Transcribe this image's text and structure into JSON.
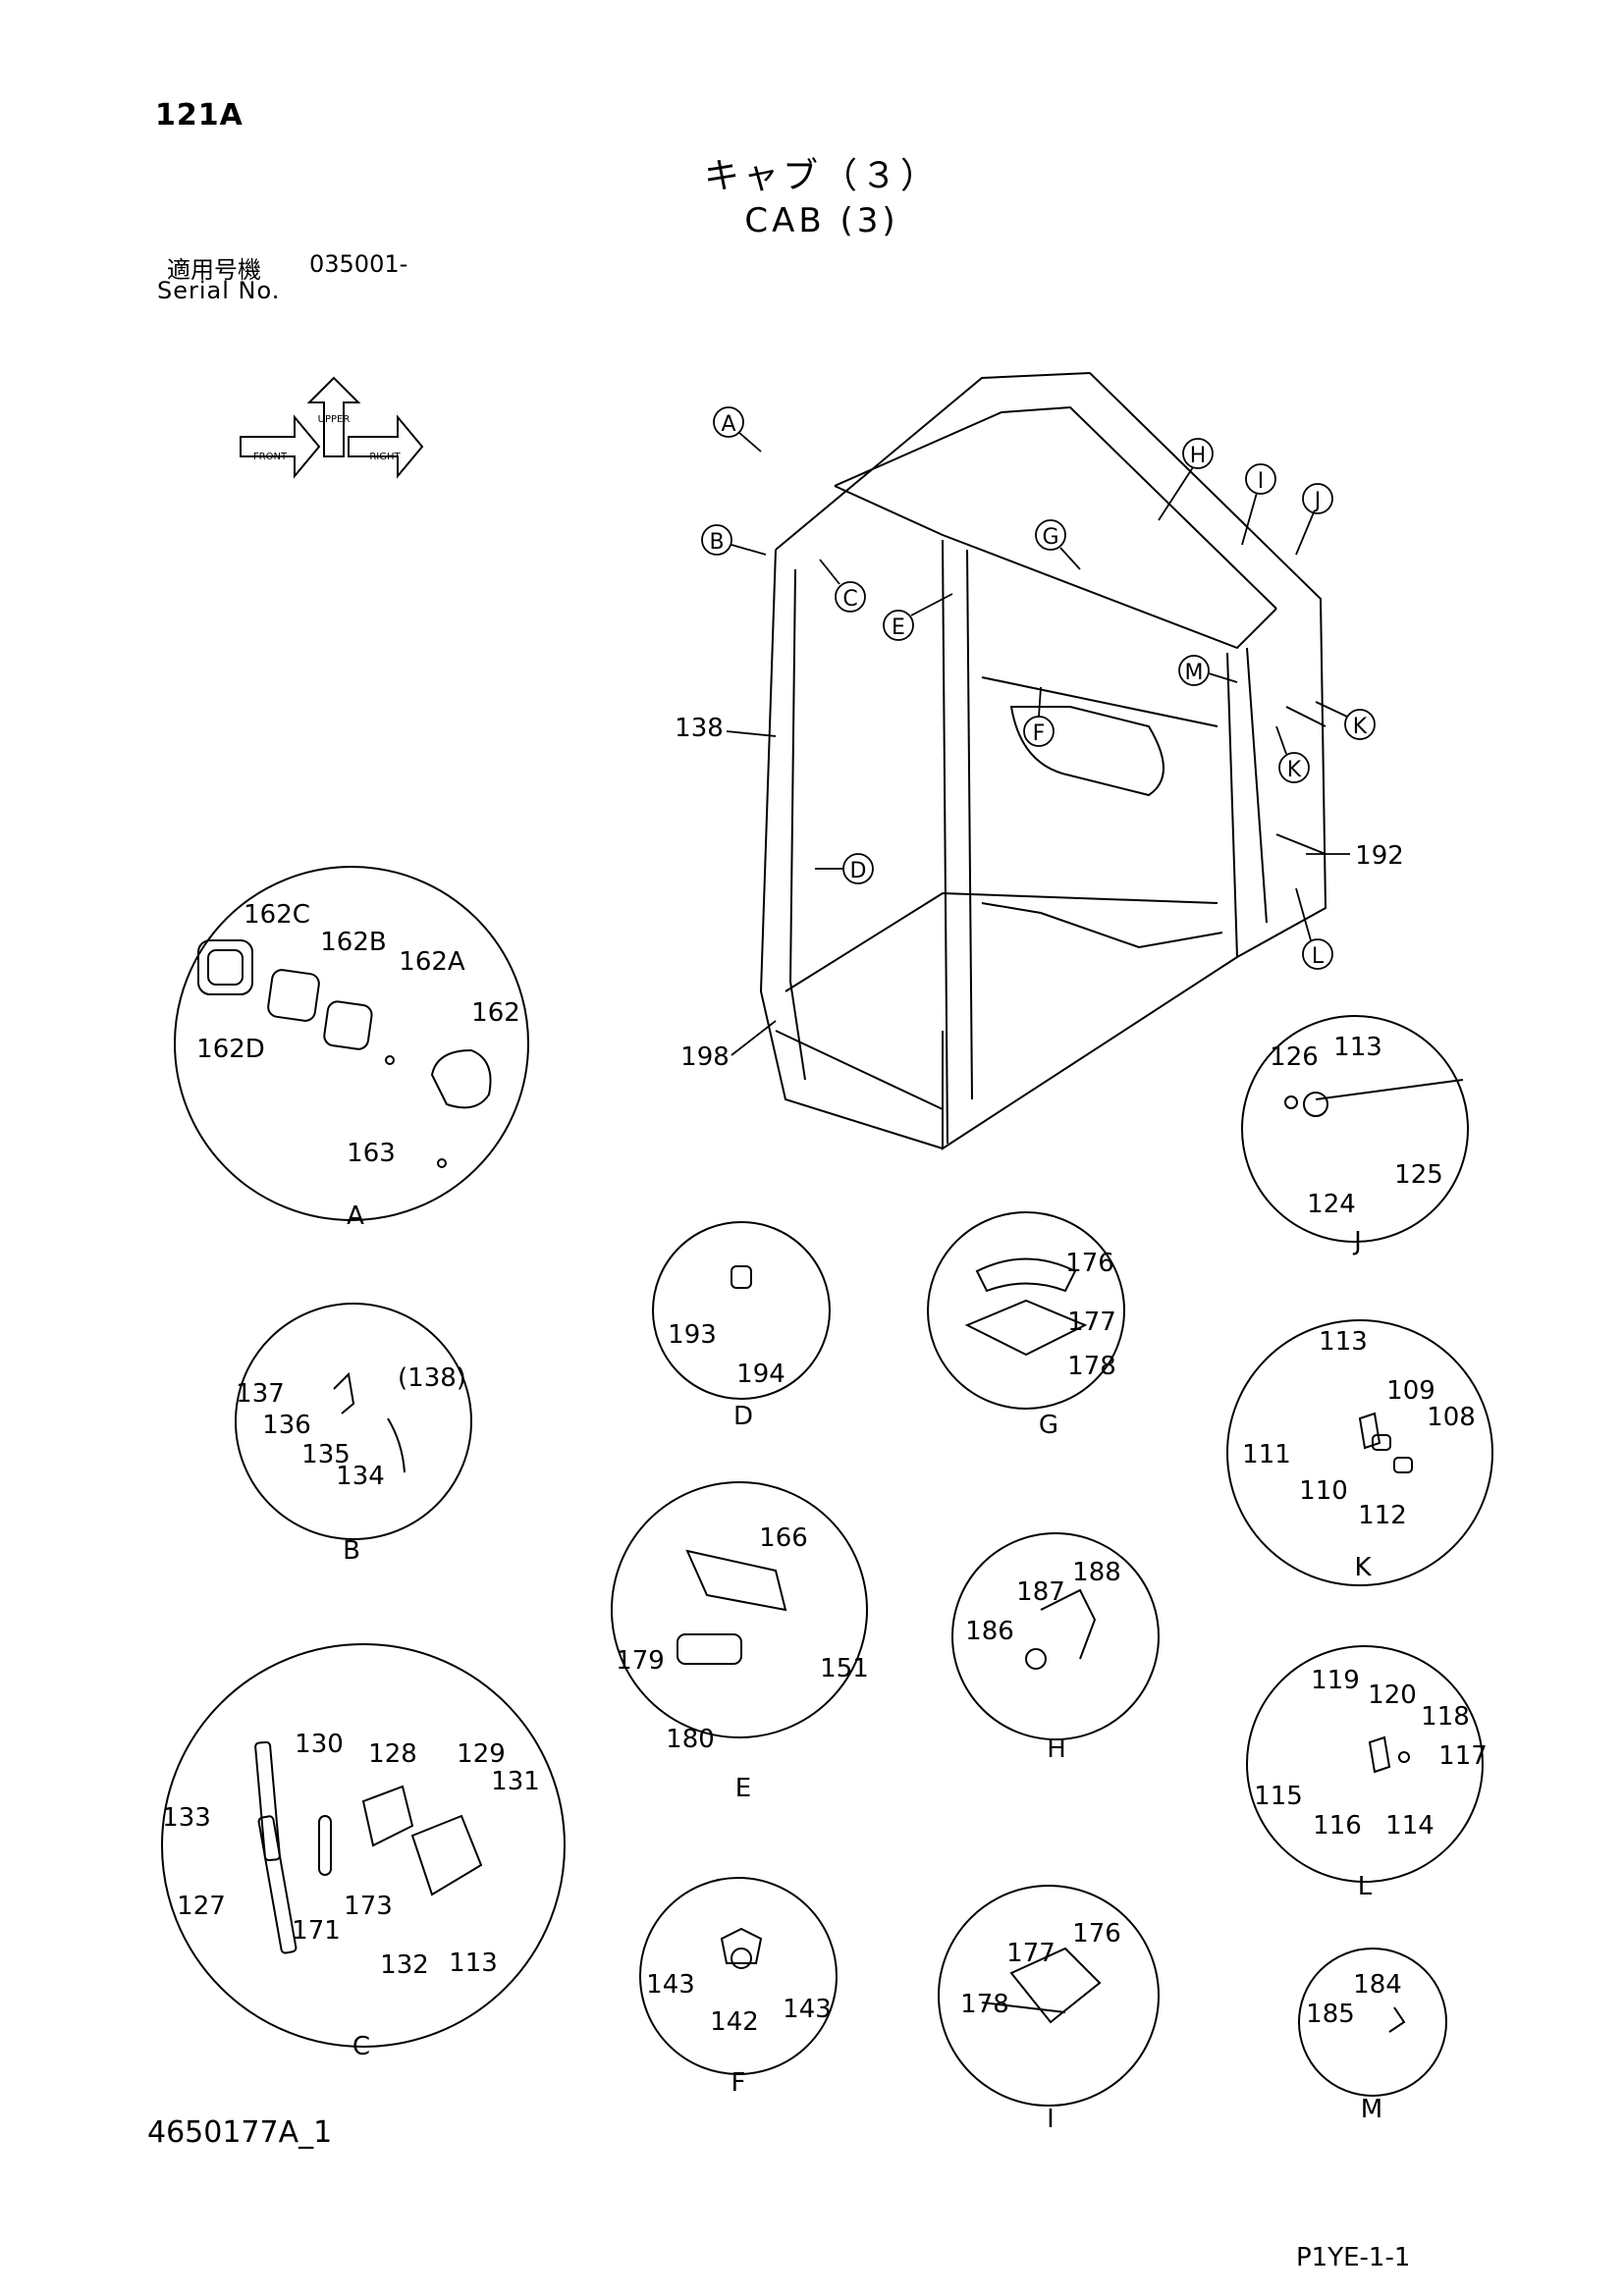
{
  "header": {
    "page_number": "121A",
    "title_jp": "キャブ（３）",
    "title_en": "CAB (3)",
    "serial_label_jp": "適用号機",
    "serial_value": "035001-",
    "serial_label_en": "Serial No."
  },
  "orientation_labels": [
    "FRONT",
    "RIGHT",
    "UPPER"
  ],
  "callouts": {
    "main": [
      "A",
      "B",
      "C",
      "D",
      "E",
      "F",
      "G",
      "H",
      "I",
      "J",
      "K",
      "K",
      "L",
      "M"
    ],
    "main_parts": [
      "138",
      "192",
      "198"
    ]
  },
  "details": {
    "A": {
      "label": "A",
      "parts": [
        "162C",
        "162B",
        "162A",
        "162",
        "162D",
        "163"
      ]
    },
    "B": {
      "label": "B",
      "parts": [
        "137",
        "136",
        "135",
        "134",
        "(138)"
      ]
    },
    "C": {
      "label": "C",
      "parts": [
        "130",
        "128",
        "129",
        "131",
        "133",
        "127",
        "171",
        "173",
        "132",
        "113"
      ]
    },
    "D": {
      "label": "D",
      "parts": [
        "193",
        "194"
      ]
    },
    "E": {
      "label": "E",
      "parts": [
        "166",
        "179",
        "151",
        "180"
      ]
    },
    "F": {
      "label": "F",
      "parts": [
        "143",
        "142",
        "143"
      ]
    },
    "G": {
      "label": "G",
      "parts": [
        "176",
        "177",
        "178"
      ]
    },
    "H": {
      "label": "H",
      "parts": [
        "187",
        "188",
        "186"
      ]
    },
    "I": {
      "label": "I",
      "parts": [
        "177",
        "176",
        "178"
      ]
    },
    "J": {
      "label": "J",
      "parts": [
        "126",
        "113",
        "125",
        "124"
      ]
    },
    "K": {
      "label": "K",
      "parts": [
        "113",
        "109",
        "108",
        "111",
        "110",
        "112"
      ]
    },
    "L": {
      "label": "L",
      "parts": [
        "119",
        "120",
        "118",
        "117",
        "115",
        "116",
        "114"
      ]
    },
    "M": {
      "label": "M",
      "parts": [
        "184",
        "185"
      ]
    }
  },
  "footer": {
    "doc_code": "4650177A_1",
    "page_ref": "P1YE-1-1"
  }
}
